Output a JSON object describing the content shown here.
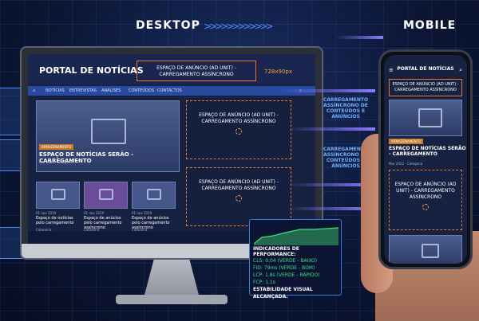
{
  "labels": {
    "desktop": "DESKTOP",
    "mobile": "MOBILE"
  },
  "site": {
    "title": "PORTAL DE NOTÍCIAS",
    "ad_top": "ESPAÇO DE ANÚNCIO (AD UNIT) - CARREGAMENTO ASSÍNCRONO",
    "ad_size": "728x90px",
    "nav": [
      "NOTÍCIAS",
      "ENTREVISTAS",
      "ANÁLISES",
      "CONTEÚDOS",
      "CONTACTOS"
    ],
    "hero_badge": "ARMAZENAMENTO",
    "hero_title": "ESPAÇO DE NOTÍCIAS SERÃO - CARREGAMENTO",
    "hero_meta": "Mar 2022 · Categoria",
    "cards": [
      {
        "date": "01 nov 2019",
        "title": "Espaço de notícias pelo carregamento",
        "meta": "Categoria"
      },
      {
        "date": "01 nov 2019",
        "title": "Espaço de anúcios pelo carregamento assíncrono",
        "meta": "Categoria"
      },
      {
        "date": "01 nov 2019",
        "title": "Espaço de anúcios pelo carregamento assíncrono",
        "meta": "Categoria"
      }
    ],
    "ad_side": "ESPAÇO DE ANÚNCIO (AD UNIT) - CARREGAMENTO ASSÍNCRONO"
  },
  "perf": {
    "title": "INDICADORES DE PERFORMANCE:",
    "cls": "CLS: 0.04 (VERDE - BAIXO)",
    "fid": "FID: 79ms (VERDE - BOM)",
    "lcp": "LCP: 1.8s (VERDE - RÁPIDO)",
    "fcp": "FCP: 1.1s",
    "footer": "ESTABILIDADE VISUAL ALCANÇADA."
  },
  "middle": {
    "text1": "CARREGAMENTO ASSÍNCRONO DE CONTEÚDOS E ANÚNCIOS",
    "text2": "CARREGAMENTO ASSÍNCRONO DE CONTEÚDOS E ANÚNCIOS"
  },
  "mobile": {
    "title": "PORTAL DE NOTÍCIAS",
    "ad_top": "ESPAÇO DE ANÚNCIO (AD UNIT) - CARREGAMENTO ASSÍNCRONO",
    "badge": "ARMAZENAMENTO",
    "headline": "ESPAÇO DE NOTÍCIAS SERÃO - CARREGAMENTO",
    "meta": "Mar 2022 · Categoria",
    "ad_mid": "ESPAÇO DE ANÚNCIO (AD UNIT) - CARREGAMENTO ASSÍNCRONO"
  }
}
